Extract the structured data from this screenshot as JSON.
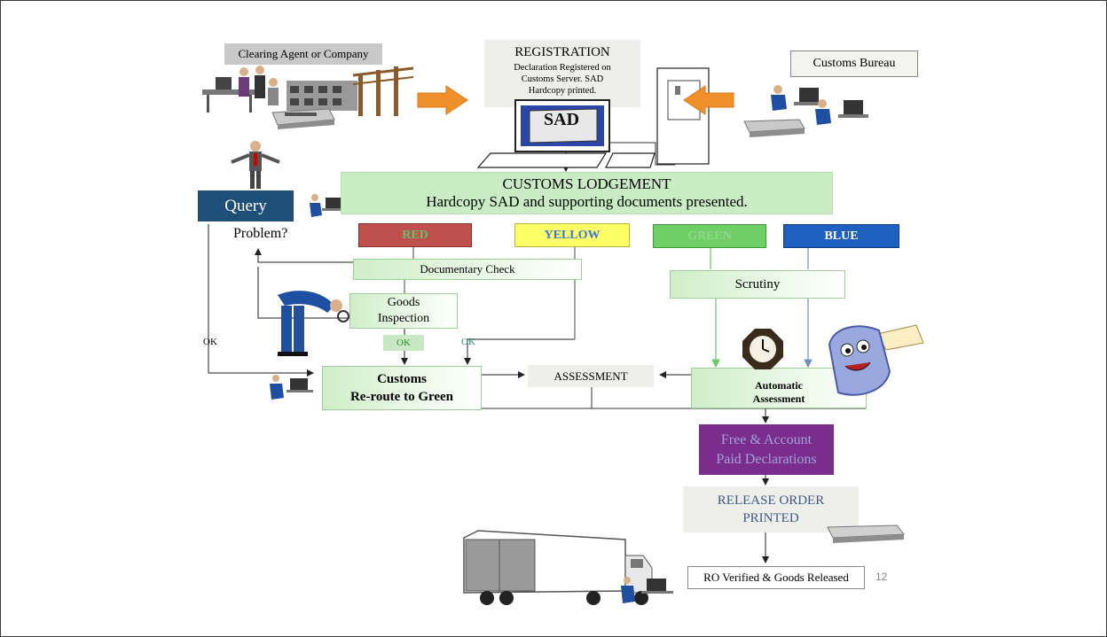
{
  "labels": {
    "clearing_agent": "Clearing Agent or Company",
    "registration_title": "REGISTRATION",
    "registration_body": "Declaration Registered on Customs Server. SAD Hardcopy printed.",
    "sad": "SAD",
    "customs_bureau": "Customs Bureau",
    "lodgement_title": "CUSTOMS LODGEMENT",
    "lodgement_body": "Hardcopy SAD and supporting documents presented.",
    "query": "Query",
    "problem": "Problem?",
    "red": "RED",
    "yellow": "YELLOW",
    "green": "GREEN",
    "blue": "BLUE",
    "documentary_check": "Documentary Check",
    "goods_inspection_1": "Goods",
    "goods_inspection_2": "Inspection",
    "scrutiny": "Scrutiny",
    "ok_left": "OK",
    "ok_goods": "OK",
    "ok_doc": "OK",
    "customs_reroute_1": "Customs",
    "customs_reroute_2": "Re-route to Green",
    "assessment": "ASSESSMENT",
    "automatic_assessment_1": "Automatic",
    "automatic_assessment_2": "Assessment",
    "free_account_1": "Free & Account",
    "free_account_2": "Paid Declarations",
    "release_order_1": "RELEASE ORDER",
    "release_order_2": "PRINTED",
    "ro_verified": "RO Verified & Goods Released",
    "page_number": "12"
  },
  "colors": {
    "red": "#c0504d",
    "yellow": "#ffff66",
    "green": "#66cc66",
    "blue": "#1f5fbf",
    "query": "#1f4e79",
    "purple": "#7b2d8e",
    "arrow_orange": "#f0902a"
  },
  "icons": {
    "people": "office-workers-icon",
    "factory": "factory-icon",
    "printer": "printer-icon",
    "computer": "computer-icon",
    "clock": "clock-icon",
    "fax": "fax-machine-icon",
    "truck": "truck-icon"
  }
}
